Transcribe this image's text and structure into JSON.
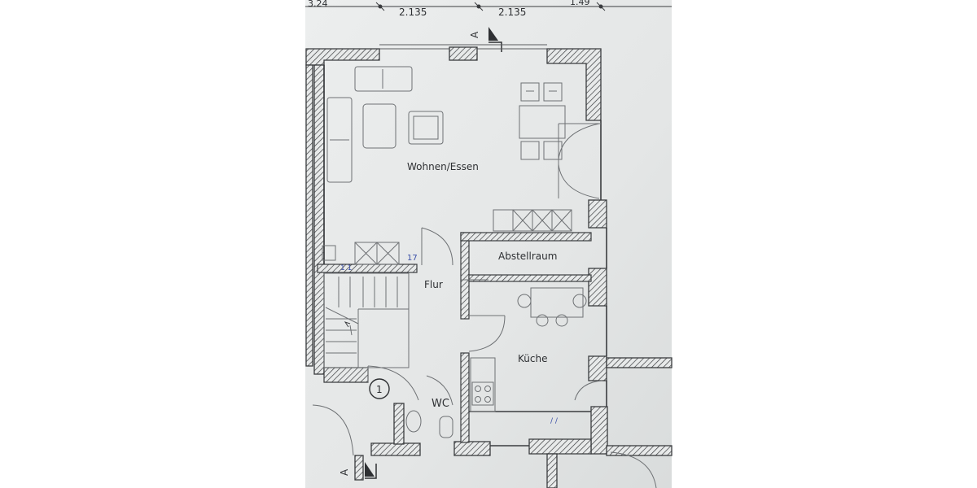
{
  "dimensions": {
    "top": [
      "3.24",
      "2.135",
      "2.135",
      "1.49"
    ]
  },
  "rooms": {
    "living": "Wohnen/Essen",
    "storage": "Abstellraum",
    "hall": "Flur",
    "kitchen": "Küche",
    "wc": "WC"
  },
  "section_markers": {
    "top": "A",
    "bottom": "A"
  },
  "stair_number": "1",
  "handwritten_marks": [
    "17",
    "1 1",
    "/ /"
  ],
  "colors": {
    "paper": "#e8eaea",
    "wall_line": "#3a3c3f",
    "furniture_line": "#6e7174",
    "ink_blue": "#3a4fa8"
  }
}
